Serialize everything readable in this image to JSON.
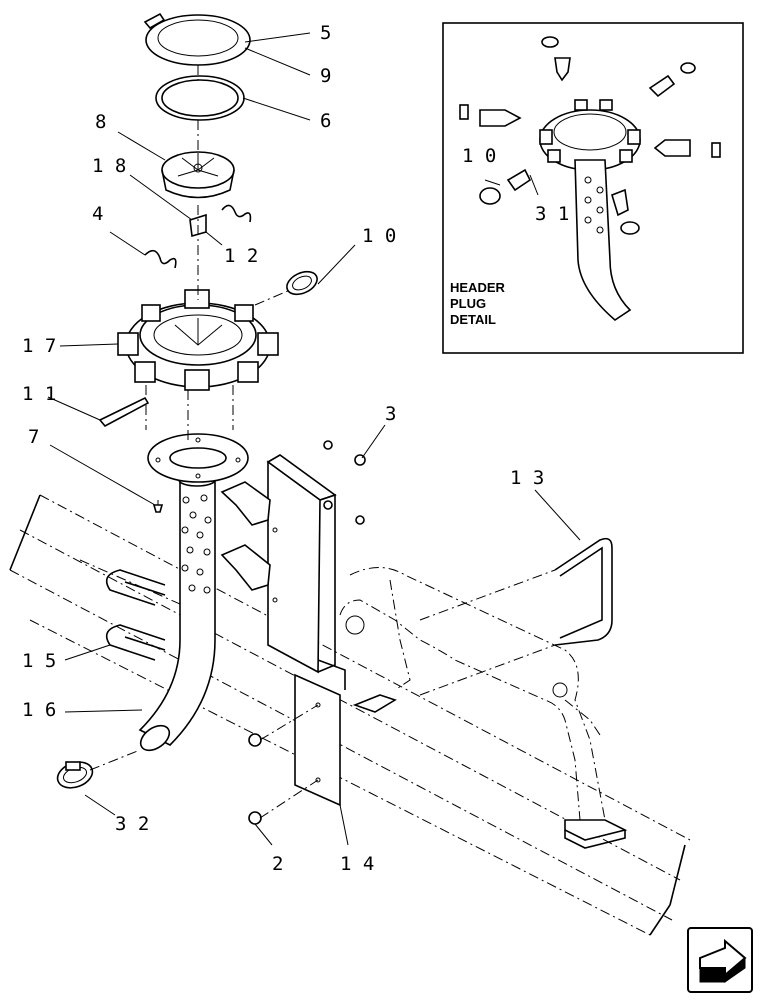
{
  "callouts": {
    "c5": "5",
    "c9": "9",
    "c6": "6",
    "c8": "8",
    "c18": "1 8",
    "c4": "4",
    "c12": "1 2",
    "c10": "1 0",
    "c17": "1 7",
    "c11": "1 1",
    "c7": "7",
    "c3": "3",
    "c13": "1 3",
    "c15": "1 5",
    "c16": "1 6",
    "c32": "3 2",
    "c2": "2",
    "c14": "1 4"
  },
  "detail": {
    "title_line1": "HEADER",
    "title_line2": "PLUG",
    "title_line3": "DETAIL",
    "c10": "1 0",
    "c31": "3 1"
  },
  "nav": {
    "icon": "next-page-arrow-icon"
  }
}
